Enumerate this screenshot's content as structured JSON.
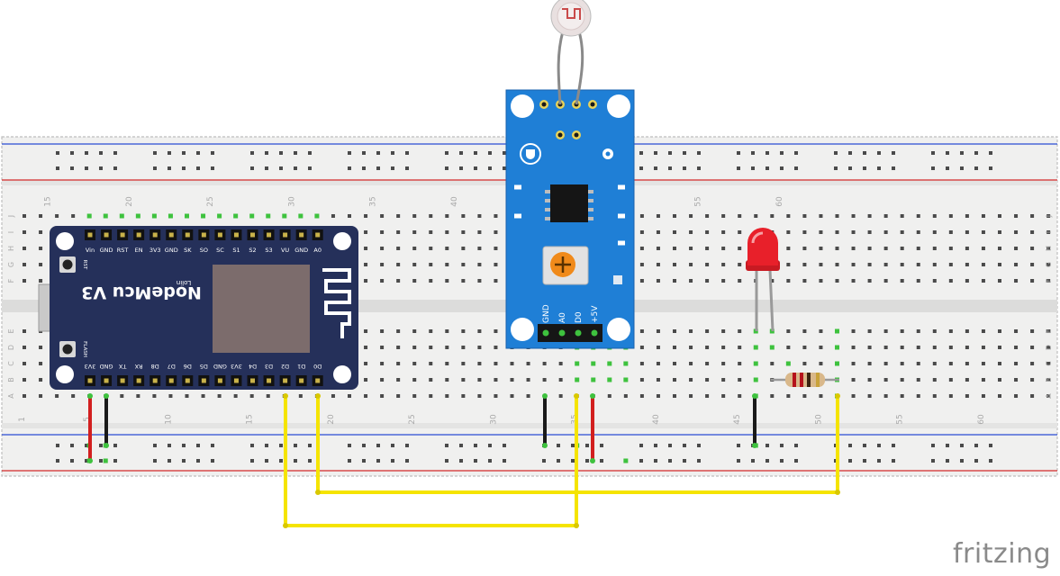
{
  "breadboard": {
    "column_numbers": [
      "1",
      "5",
      "10",
      "15",
      "20",
      "25",
      "30",
      "35",
      "40",
      "45",
      "50",
      "55",
      "60"
    ],
    "row_letters_top": [
      "J",
      "I",
      "H",
      "G",
      "F"
    ],
    "row_letters_bottom": [
      "E",
      "D",
      "C",
      "B",
      "A"
    ]
  },
  "nodemcu": {
    "title": "NodeMcu V3",
    "vendor": "Lolin",
    "top_pins": [
      "Vin",
      "GND",
      "RST",
      "EN",
      "3V3",
      "GND",
      "SK",
      "SO",
      "SC",
      "S1",
      "S2",
      "S3",
      "VU",
      "GND",
      "A0"
    ],
    "bottom_pins": [
      "3V3",
      "GND",
      "TX",
      "RX",
      "D8",
      "D7",
      "D6",
      "D5",
      "GND",
      "3V3",
      "D4",
      "D3",
      "D2",
      "D1",
      "D0"
    ],
    "button_rst": "RST",
    "button_flash": "FLASH"
  },
  "sensor_module": {
    "pins": [
      "GND",
      "A0",
      "D0",
      "+5V"
    ]
  },
  "colors": {
    "board": "#f0f0ef",
    "board_edge": "#bdbdbd",
    "rail_red": "#d42a2a",
    "rail_blue": "#2a4bd4",
    "wire_yellow": "#f5e400",
    "wire_red": "#d21f1f",
    "wire_black": "#1a1a1a",
    "pcb_blue": "#1f7fd6",
    "nodemcu_pcb": "#25305a",
    "led_red": "#e8202a"
  },
  "footer": {
    "brand": "fritzing"
  }
}
